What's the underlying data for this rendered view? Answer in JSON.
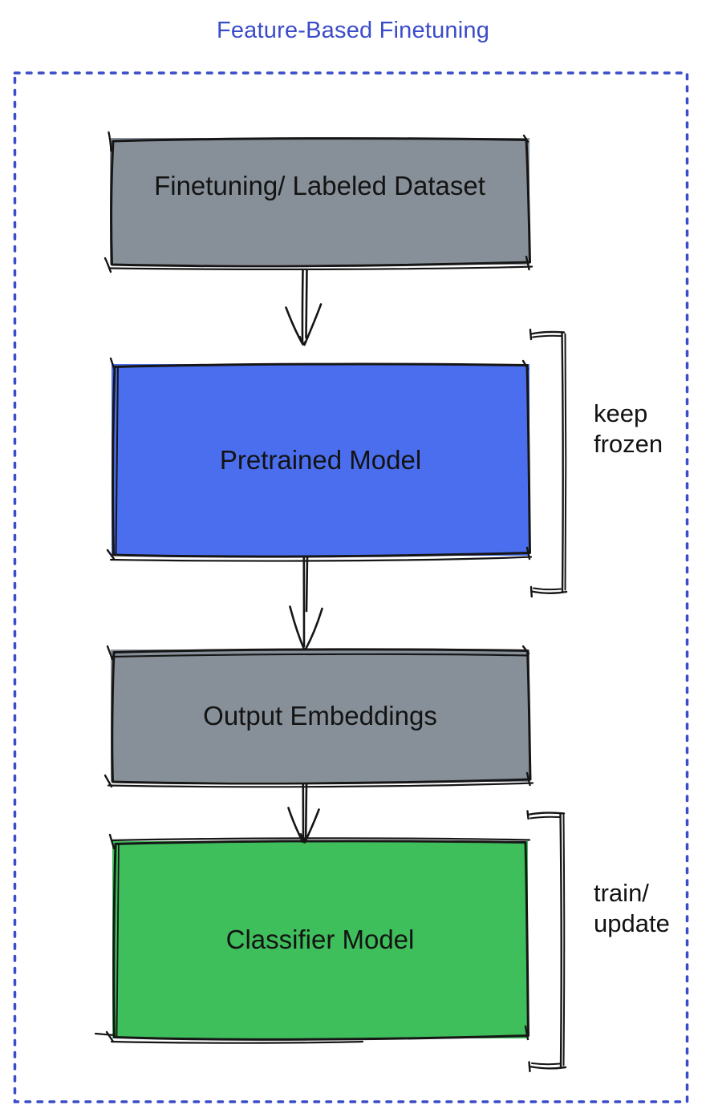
{
  "title": "Feature-Based Finetuning",
  "colors": {
    "accent_blue": "#3B4CC8",
    "stroke": "#161616",
    "node_gray": "#879099",
    "node_blue": "#4A6EEE",
    "node_green": "#3FBE5C"
  },
  "nodes": [
    {
      "id": "finetuning-dataset",
      "label": "Finetuning/ Labeled Dataset",
      "color": "#879099"
    },
    {
      "id": "pretrained-model",
      "label": "Pretrained Model",
      "color": "#4A6EEE"
    },
    {
      "id": "output-embeddings",
      "label": "Output Embeddings",
      "color": "#879099"
    },
    {
      "id": "classifier-model",
      "label": "Classifier Model",
      "color": "#3FBE5C"
    }
  ],
  "annotations": [
    {
      "target": "pretrained-model",
      "lines": [
        "keep",
        "frozen"
      ]
    },
    {
      "target": "classifier-model",
      "lines": [
        "train/",
        "update"
      ]
    }
  ]
}
